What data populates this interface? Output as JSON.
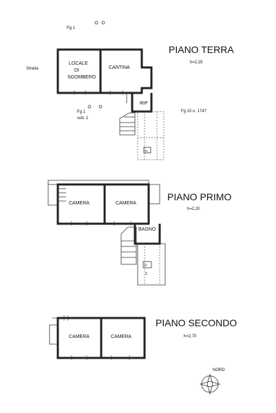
{
  "floor_plan": {
    "ground_floor": {
      "title": "PIANO TERRA",
      "height": "h=2,25",
      "fg_top": "Fg 1",
      "street": "Strada",
      "fg_sub_line1": "Fg 1",
      "fg_sub_line2": "sub. 1",
      "fg_right": "Fg 10 n. 1747",
      "rooms": {
        "locale_line1": "LOCALE",
        "locale_line2": "DI",
        "locale_line3": "SGOMBERO",
        "cantina": "CANTINA",
        "rip": "RIP"
      },
      "marker": "n"
    },
    "first_floor": {
      "title": "PIANO PRIMO",
      "height": "h=2,20",
      "rooms": {
        "camera_left": "CAMERA",
        "camera_right": "CAMERA",
        "bagno": "BAGNO"
      },
      "marker": "n",
      "marker_sub": "s"
    },
    "second_floor": {
      "title": "PIANO SECONDO",
      "height": "h=2,70",
      "rooms": {
        "camera_left": "CAMERA",
        "camera_right": "CAMERA"
      }
    },
    "compass": {
      "label": "NORD"
    }
  }
}
